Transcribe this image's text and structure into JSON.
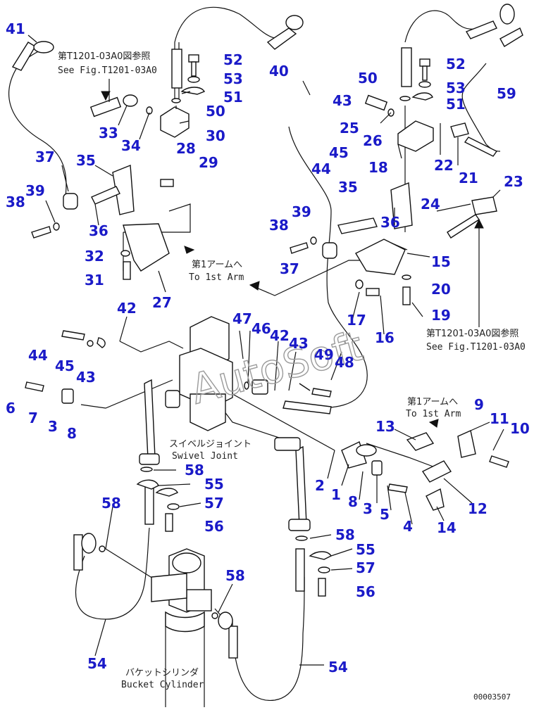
{
  "diagram": {
    "watermark": "AutoSoft",
    "drawing_number": "00003507",
    "notes": {
      "ref_left": {
        "jp": "第T1201-03A0図参照",
        "en": "See Fig.T1201-03A0"
      },
      "ref_right": {
        "jp": "第T1201-03A0図参照",
        "en": "See Fig.T1201-03A0"
      },
      "arm_middle": {
        "jp": "第1アームへ",
        "en": "To 1st Arm"
      },
      "arm_right": {
        "jp": "第1アームへ",
        "en": "To 1st Arm"
      },
      "swivel": {
        "jp": "スイベルジョイント",
        "en": "Swivel Joint"
      },
      "bucket": {
        "jp": "バケットシリンダ",
        "en": "Bucket Cylinder"
      }
    },
    "callouts": [
      "41",
      "52",
      "53",
      "51",
      "50",
      "33",
      "34",
      "30",
      "28",
      "29",
      "37",
      "35",
      "39",
      "38",
      "36",
      "32",
      "31",
      "27",
      "42",
      "44",
      "45",
      "43",
      "6",
      "7",
      "3",
      "8",
      "47",
      "46",
      "42",
      "43",
      "49",
      "48",
      "2",
      "1",
      "8",
      "3",
      "5",
      "4",
      "13",
      "9",
      "11",
      "10",
      "12",
      "14",
      "58",
      "55",
      "57",
      "56",
      "58",
      "54",
      "58",
      "55",
      "57",
      "56",
      "58",
      "54",
      "40",
      "43",
      "45",
      "44",
      "25",
      "26",
      "18",
      "50",
      "52",
      "53",
      "51",
      "59",
      "22",
      "21",
      "23",
      "24",
      "35",
      "39",
      "38",
      "36",
      "37",
      "15",
      "20",
      "17",
      "16",
      "19"
    ]
  }
}
